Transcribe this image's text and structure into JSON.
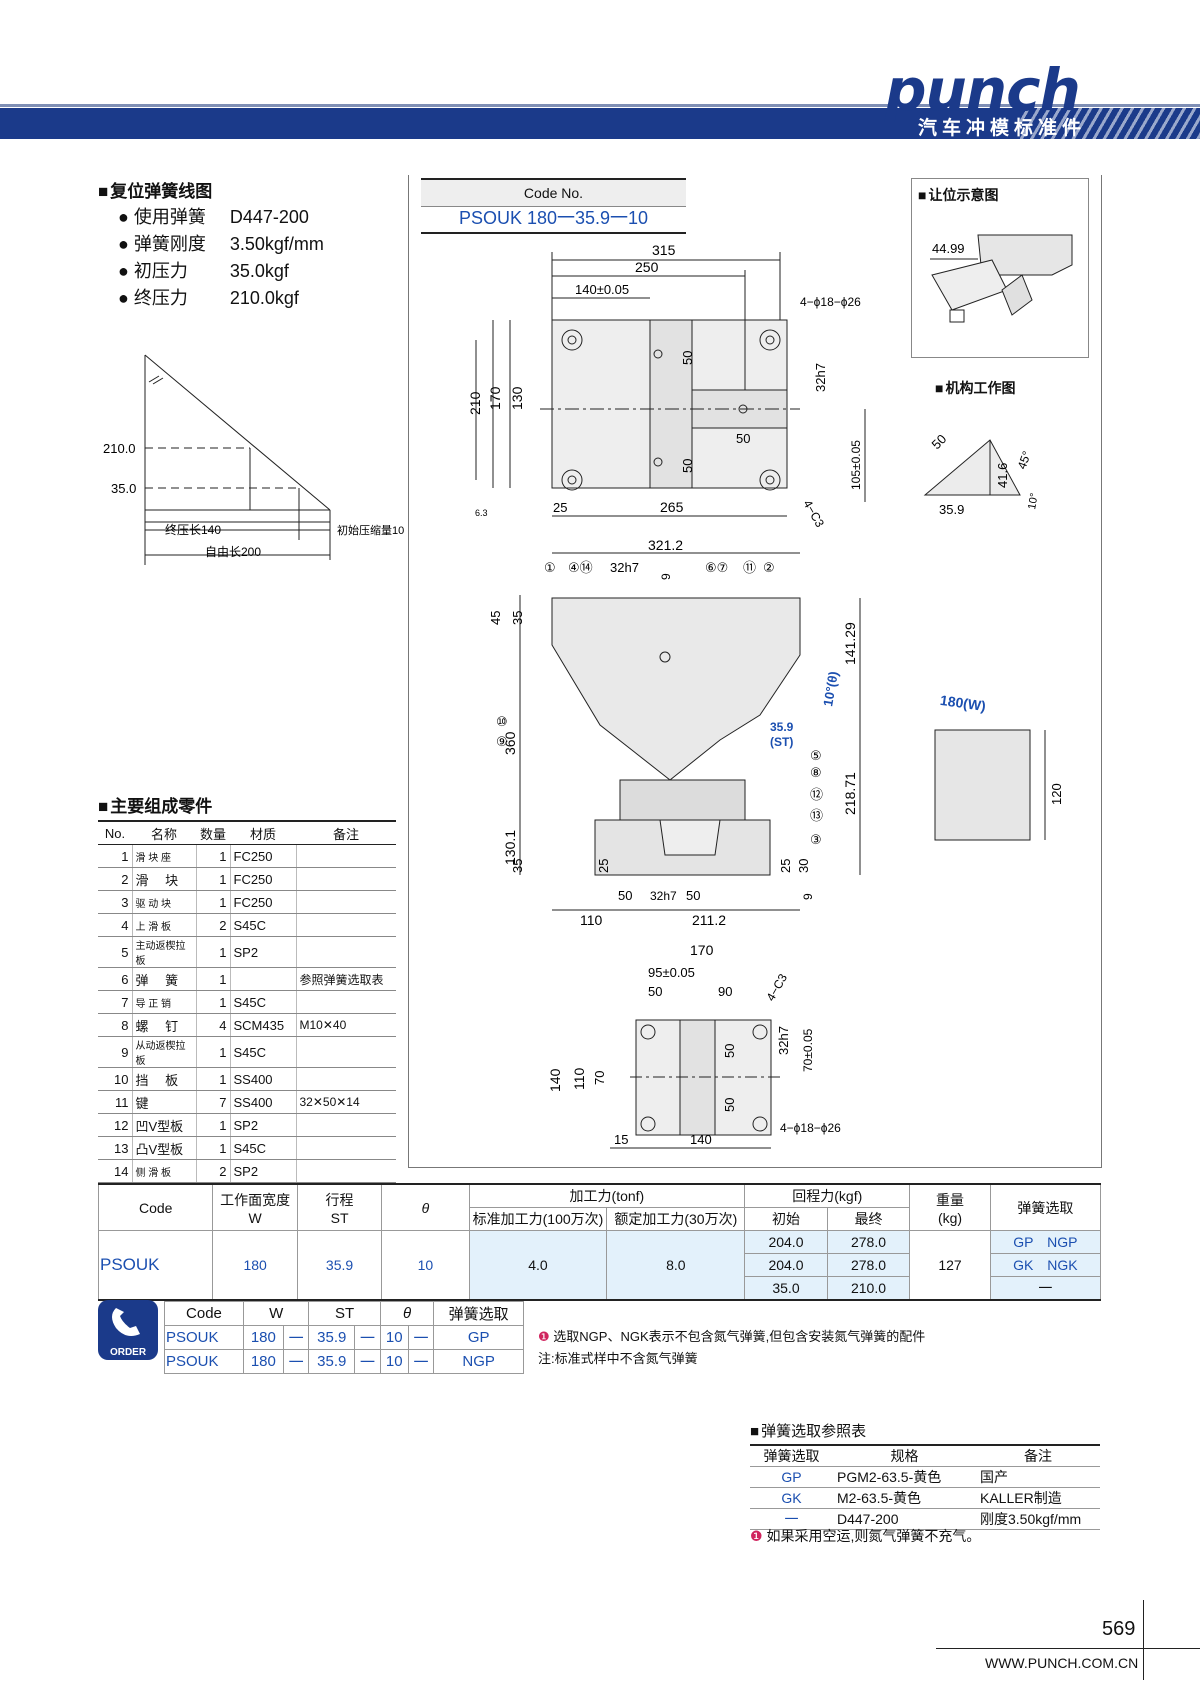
{
  "header": {
    "brand": "punch",
    "tagline": "汽车冲模标准件"
  },
  "spring_section": {
    "title": "复位弹簧线图",
    "specs": [
      {
        "label": "使用弹簧",
        "value": "D447-200"
      },
      {
        "label": "弹簧刚度",
        "value": "3.50kgf/mm"
      },
      {
        "label": "初压力",
        "value": "35.0kgf"
      },
      {
        "label": "终压力",
        "value": "210.0kgf"
      }
    ],
    "graph": {
      "y_ticks": [
        "210.0",
        "35.0"
      ],
      "label_final": "终压长140",
      "label_initial": "初始压缩量10",
      "label_free": "自由长200"
    }
  },
  "code_no": {
    "header": "Code No.",
    "value": "PSOUK 180一35.9一10"
  },
  "drawing": {
    "top_view": {
      "d315": "315",
      "d250": "250",
      "d140": "140±0.05",
      "holes": "4−ϕ18−ϕ26",
      "d210": "210",
      "d170": "170",
      "d130": "130",
      "d50a": "50",
      "d50b": "50",
      "d50c": "50",
      "d32h7": "32h7",
      "d105": "105±0.05",
      "d25": "25",
      "d265": "265",
      "c3": "4−C3",
      "r63": "6.3"
    },
    "front_view": {
      "d3212": "321.2",
      "d32h7": "32h7",
      "d9": "9",
      "d45": "45",
      "d35": "35",
      "d360": "360",
      "d14129": "141.29",
      "angle": "10°(θ)",
      "st": "35.9",
      "st_label": "(ST)",
      "d21871": "218.71",
      "d1301": "130.1",
      "d35b": "35",
      "d25a": "25",
      "d25b": "25",
      "d30": "30",
      "d50a": "50",
      "d32h7b": "32h7",
      "d50b": "50",
      "d9b": "9",
      "d110": "110",
      "d2112": "211.2",
      "callouts_top": [
        "①",
        "④⑭",
        "⑥⑦",
        "⑪",
        "②"
      ],
      "callouts_left": [
        "⑩",
        "⑨"
      ],
      "callouts_right": [
        "⑤",
        "⑧",
        "⑫",
        "⑬",
        "③"
      ]
    },
    "bottom_view": {
      "d170": "170",
      "d95": "95±0.05",
      "d50": "50",
      "d90": "90",
      "c3": "4−C3",
      "d140": "140",
      "d110": "110",
      "d70": "70",
      "d50a": "50",
      "d50b": "50",
      "d32h7": "32h7",
      "d70b": "70±0.05",
      "d15": "15",
      "d140b": "140",
      "holes": "4−ϕ18−ϕ26"
    }
  },
  "clearance": {
    "title": "让位示意图",
    "dim": "44.99"
  },
  "mechanism": {
    "title": "机构工作图",
    "d50": "50",
    "d416": "41.6",
    "a45": "45°",
    "d359": "35.9",
    "a10": "10°"
  },
  "workface": {
    "w": "180(W)",
    "h": "120"
  },
  "parts": {
    "title": "主要组成零件",
    "headers": [
      "No.",
      "名称",
      "数量",
      "材质",
      "备注"
    ],
    "rows": [
      [
        "1",
        "滑 块 座",
        "1",
        "FC250",
        ""
      ],
      [
        "2",
        "滑　 块",
        "1",
        "FC250",
        ""
      ],
      [
        "3",
        "驱 动 块",
        "1",
        "FC250",
        ""
      ],
      [
        "4",
        "上 滑 板",
        "2",
        "S45C",
        ""
      ],
      [
        "5",
        "主动返楔拉板",
        "1",
        "SP2",
        ""
      ],
      [
        "6",
        "弹　 簧",
        "1",
        "",
        "参照弹簧选取表"
      ],
      [
        "7",
        "导 正 销",
        "1",
        "S45C",
        ""
      ],
      [
        "8",
        "螺　 钉",
        "4",
        "SCM435",
        "M10✕40"
      ],
      [
        "9",
        "从动返楔拉板",
        "1",
        "S45C",
        ""
      ],
      [
        "10",
        "挡　 板",
        "1",
        "SS400",
        ""
      ],
      [
        "11",
        "键",
        "7",
        "SS400",
        "32✕50✕14"
      ],
      [
        "12",
        "凹V型板",
        "1",
        "SP2",
        ""
      ],
      [
        "13",
        "凸V型板",
        "1",
        "S45C",
        ""
      ],
      [
        "14",
        "侧 滑 板",
        "2",
        "SP2",
        ""
      ]
    ]
  },
  "main_table": {
    "h_code": "Code",
    "h_w": "工作面宽度",
    "h_w2": "W",
    "h_st": "行程",
    "h_st2": "ST",
    "h_theta": "θ",
    "h_force": "加工力(tonf)",
    "h_std": "标准加工力(100万次)",
    "h_rated": "额定加工力(30万次)",
    "h_return": "回程力(kgf)",
    "h_init": "初始",
    "h_final": "最终",
    "h_weight": "重量",
    "h_weight2": "(kg)",
    "h_spring": "弹簧选取",
    "code": "PSOUK",
    "w": "180",
    "st": "35.9",
    "theta": "10",
    "std": "4.0",
    "rated": "8.0",
    "returns": [
      [
        "204.0",
        "278.0"
      ],
      [
        "204.0",
        "278.0"
      ],
      [
        "35.0",
        "210.0"
      ]
    ],
    "weight": "127",
    "springs": [
      "GP　NGP",
      "GK　NGK",
      "一"
    ]
  },
  "order": {
    "badge": "ORDER",
    "headers": [
      "Code",
      "W",
      "ST",
      "θ",
      "弹簧选取"
    ],
    "rows": [
      [
        "PSOUK",
        "180",
        "一",
        "35.9",
        "一",
        "10",
        "一",
        "GP"
      ],
      [
        "PSOUK",
        "180",
        "一",
        "35.9",
        "一",
        "10",
        "一",
        "NGP"
      ]
    ],
    "note1": "选取NGP、NGK表示不包含氮气弹簧,但包含安装氮气弹簧的配件",
    "note2": "注:标准式样中不含氮气弹簧"
  },
  "spring_ref": {
    "title": "弹簧选取参照表",
    "headers": [
      "弹簧选取",
      "规格",
      "备注"
    ],
    "rows": [
      [
        "GP",
        "PGM2-63.5-黄色",
        "国产"
      ],
      [
        "GK",
        "M2-63.5-黄色",
        "KALLER制造"
      ],
      [
        "一",
        "D447-200",
        "刚度3.50kgf/mm"
      ]
    ],
    "note": "如果采用空运,则氮气弹簧不充气。"
  },
  "footer": {
    "page": "569",
    "url": "WWW.PUNCH.COM.CN"
  },
  "colors": {
    "brand": "#1b3a8a",
    "accent_blue": "#1b4fb0",
    "highlight": "#e3f1fb",
    "note_red": "#d0245e"
  }
}
